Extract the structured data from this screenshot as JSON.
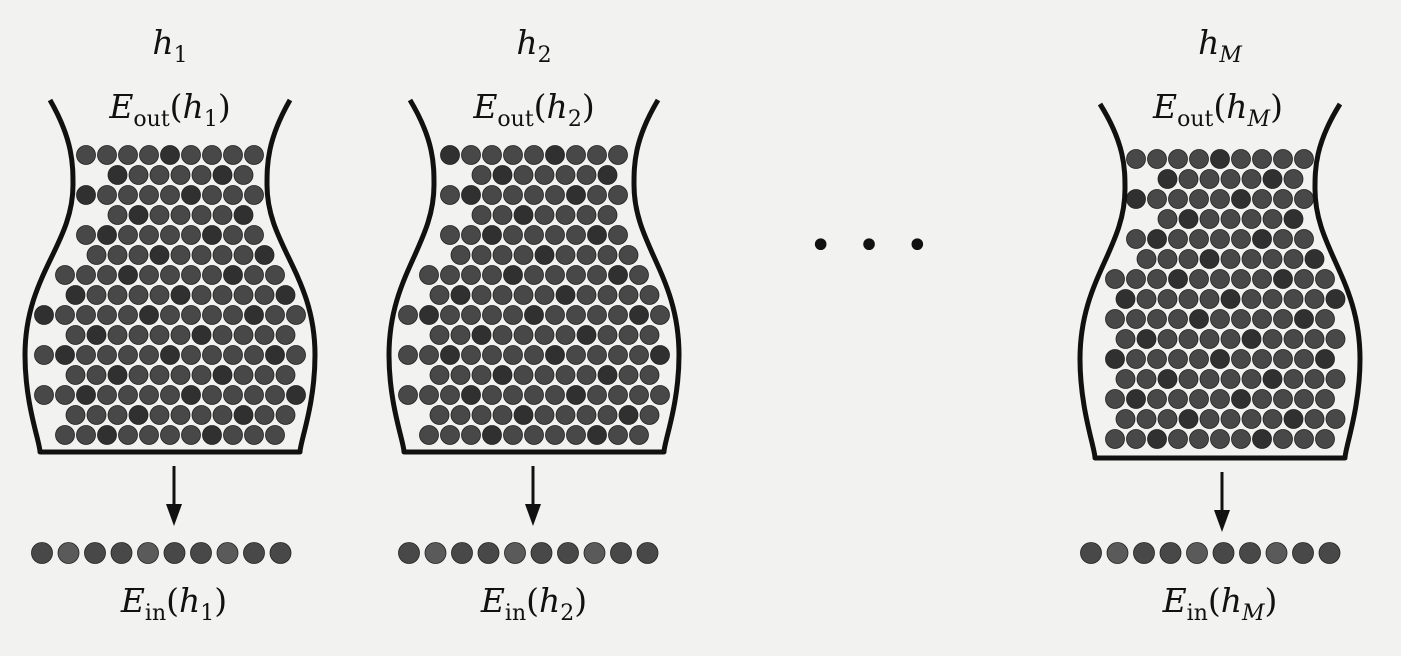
{
  "theme": {
    "ink": "#111111",
    "marble": "#484848",
    "marble_dark": "#303030",
    "background": "#f2f2f0"
  },
  "dots": {
    "text": "• • •"
  },
  "bins": [
    {
      "hypothesis": {
        "symbol": "h",
        "sub": "1"
      },
      "e_out": {
        "symbol": "E",
        "sub": "out",
        "arg": "h",
        "arg_sub": "1"
      },
      "e_in": {
        "symbol": "E",
        "sub": "in",
        "arg": "h",
        "arg_sub": "1"
      }
    },
    {
      "hypothesis": {
        "symbol": "h",
        "sub": "2"
      },
      "e_out": {
        "symbol": "E",
        "sub": "out",
        "arg": "h",
        "arg_sub": "2"
      },
      "e_in": {
        "symbol": "E",
        "sub": "in",
        "arg": "h",
        "arg_sub": "2"
      }
    },
    {
      "hypothesis": {
        "symbol": "h",
        "sub": "M"
      },
      "e_out": {
        "symbol": "E",
        "sub": "out",
        "arg": "h",
        "arg_sub": "M"
      },
      "e_in": {
        "symbol": "E",
        "sub": "in",
        "arg": "h",
        "arg_sub": "M"
      }
    }
  ]
}
